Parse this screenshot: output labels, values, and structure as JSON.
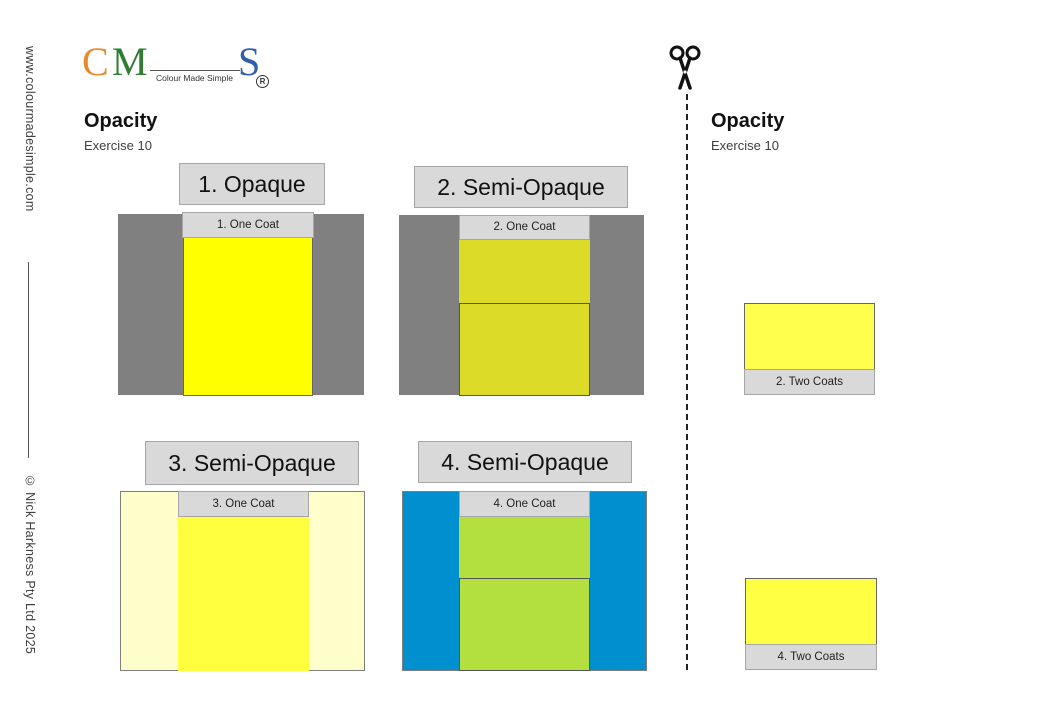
{
  "side": {
    "website": "www.colourmadesimple.com",
    "copyright": "© Nick Harkness Pty Ltd 2025"
  },
  "logo": {
    "letter_c": "C",
    "letter_m": "M",
    "letter_s": "S",
    "tagline": "Colour Made Simple",
    "registered": "R",
    "colors": {
      "c": "#e8892a",
      "m": "#2e7d32",
      "s": "#2f5fa8"
    }
  },
  "left_sheet": {
    "heading": "Opacity",
    "subheading": "Exercise 10"
  },
  "right_sheet": {
    "heading": "Opacity",
    "subheading": "Exercise 10"
  },
  "tiles": [
    {
      "title": "1. Opaque",
      "label": "1. One Coat",
      "background": "#808080",
      "paint": "#ffff00"
    },
    {
      "title": "2. Semi-Opaque",
      "label": "2. One Coat",
      "background": "#808080",
      "paint": "#dcdb28"
    },
    {
      "title": "3. Semi-Opaque",
      "label": "3. One Coat",
      "background": "#ffffcc",
      "paint": "#ffff40"
    },
    {
      "title": "4. Semi-Opaque",
      "label": "4. One Coat",
      "background": "#0090d0",
      "paint": "#b3e03e"
    }
  ],
  "cutouts": [
    {
      "label": "2. Two Coats",
      "paint": "#ffff4d"
    },
    {
      "label": "4. Two Coats",
      "paint": "#ffff44"
    }
  ],
  "icons": {
    "cut": "scissors-icon"
  }
}
